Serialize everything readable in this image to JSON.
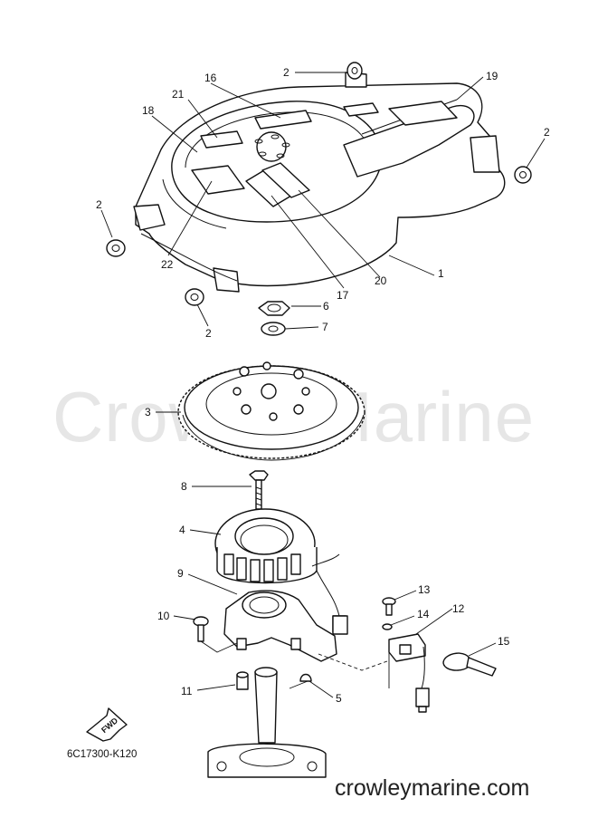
{
  "watermark": "CrowleyMarine",
  "site": "crowleymarine.com",
  "diagram_code": "6C17300-K120",
  "fwd": "FWD",
  "callouts": {
    "c1": "1",
    "c2a": "2",
    "c2b": "2",
    "c2c": "2",
    "c2d": "2",
    "c3": "3",
    "c4": "4",
    "c5": "5",
    "c6": "6",
    "c7": "7",
    "c8": "8",
    "c9": "9",
    "c10": "10",
    "c11": "11",
    "c12": "12",
    "c13": "13",
    "c14": "14",
    "c15": "15",
    "c16": "16",
    "c17": "17",
    "c18": "18",
    "c19": "19",
    "c20": "20",
    "c21": "21",
    "c22": "22"
  }
}
